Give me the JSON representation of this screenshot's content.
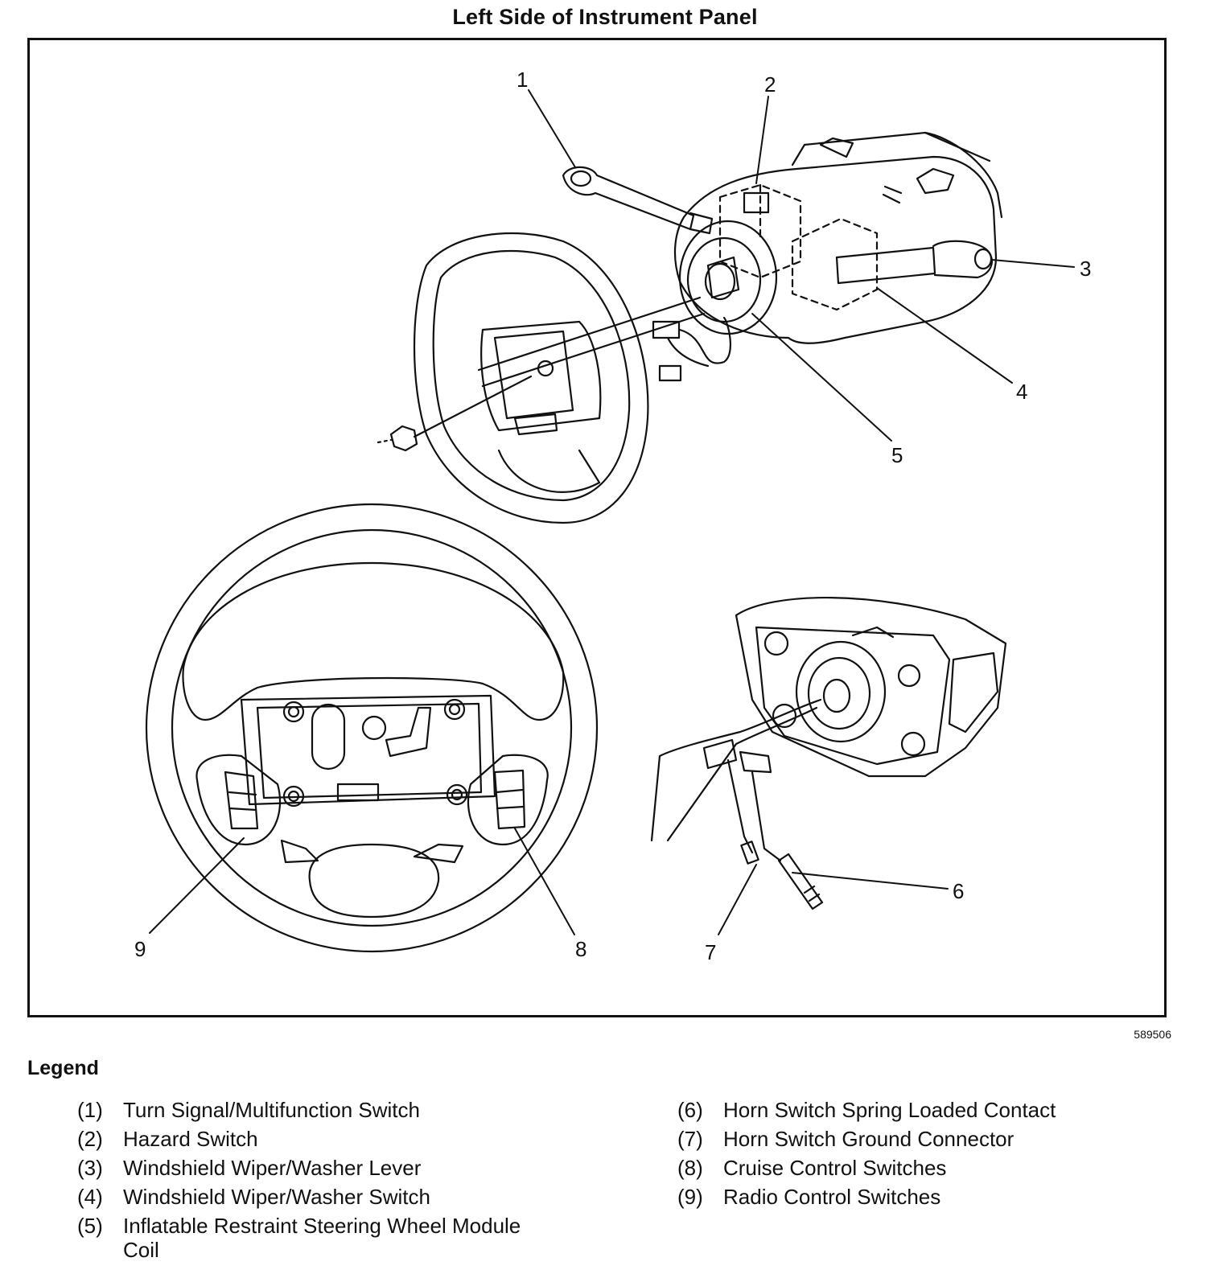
{
  "title": "Left Side of Instrument Panel",
  "figure_id": "589506",
  "callouts": [
    "1",
    "2",
    "3",
    "4",
    "5",
    "6",
    "7",
    "8",
    "9"
  ],
  "legend": {
    "heading": "Legend",
    "items": [
      {
        "num": "(1)",
        "text": "Turn Signal/Multifunction Switch"
      },
      {
        "num": "(2)",
        "text": "Hazard Switch"
      },
      {
        "num": "(3)",
        "text": "Windshield Wiper/Washer Lever"
      },
      {
        "num": "(4)",
        "text": "Windshield Wiper/Washer Switch"
      },
      {
        "num": "(5)",
        "text": "Inflatable Restraint Steering Wheel Module Coil"
      },
      {
        "num": "(6)",
        "text": "Horn Switch Spring Loaded Contact"
      },
      {
        "num": "(7)",
        "text": "Horn Switch Ground Connector"
      },
      {
        "num": "(8)",
        "text": "Cruise Control Switches"
      },
      {
        "num": "(9)",
        "text": "Radio Control Switches"
      }
    ]
  }
}
